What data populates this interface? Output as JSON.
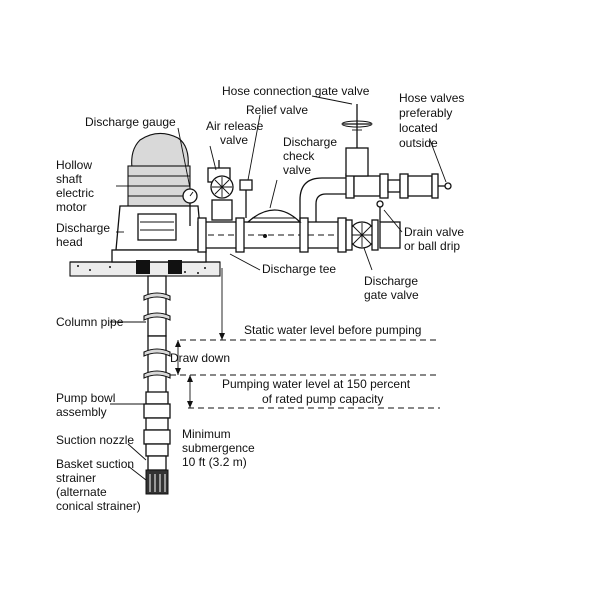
{
  "labels": {
    "hose_connection_gate_valve": "Hose connection gate valve",
    "relief_valve": "Relief valve",
    "hose_valves_1": "Hose valves",
    "hose_valves_2": "preferably",
    "hose_valves_3": "located",
    "hose_valves_4": "outside",
    "discharge_gauge": "Discharge gauge",
    "air_release_1": "Air release",
    "air_release_2": "valve",
    "discharge_check_1": "Discharge",
    "discharge_check_2": "check",
    "discharge_check_3": "valve",
    "motor_1": "Hollow",
    "motor_2": "shaft",
    "motor_3": "electric",
    "motor_4": "motor",
    "discharge_head_1": "Discharge",
    "discharge_head_2": "head",
    "drain_valve_1": "Drain valve",
    "drain_valve_2": "or ball drip",
    "discharge_tee": "Discharge tee",
    "discharge_gate_1": "Discharge",
    "discharge_gate_2": "gate valve",
    "column_pipe": "Column pipe",
    "static_level": "Static water level before pumping",
    "draw_down": "Draw down",
    "pumping_level_1": "Pumping water level at 150 percent",
    "pumping_level_2": "of rated pump capacity",
    "pump_bowl_1": "Pump bowl",
    "pump_bowl_2": "assembly",
    "suction_nozzle": "Suction nozzle",
    "min_sub_1": "Minimum",
    "min_sub_2": "submergence",
    "min_sub_3": "10 ft (3.2 m)",
    "basket_1": "Basket suction",
    "basket_2": "strainer",
    "basket_3": "(alternate",
    "basket_4": "conical strainer)"
  }
}
